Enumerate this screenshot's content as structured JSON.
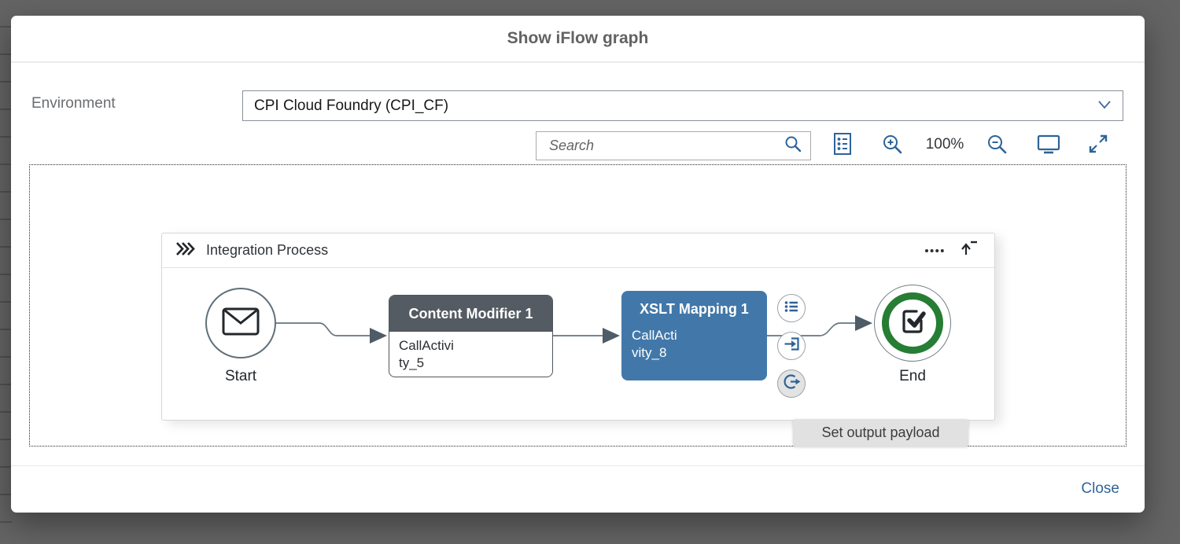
{
  "dialog": {
    "title": "Show iFlow graph",
    "footer": {
      "close_label": "Close"
    }
  },
  "environment": {
    "label": "Environment",
    "selected_option": "CPI Cloud Foundry (CPI_CF)"
  },
  "toolbar": {
    "search": {
      "placeholder": "Search",
      "icon": "search-icon"
    },
    "zoom_level": "100%",
    "icons": [
      "legend-icon",
      "zoom-in-icon",
      "zoom-out-icon",
      "fit-screen-icon",
      "fullscreen-icon"
    ]
  },
  "diagram": {
    "process": {
      "title": "Integration Process",
      "header_icons": [
        "triple-chevron-icon",
        "overflow-dots-icon",
        "collapse-icon"
      ]
    },
    "nodes": {
      "start": {
        "label": "Start",
        "icon": "envelope-icon"
      },
      "content_modifier": {
        "title": "Content Modifier 1",
        "subtitle_line1": "CallActivi",
        "subtitle_line2": "ty_5"
      },
      "xslt_mapping": {
        "title": "XSLT Mapping 1",
        "subtitle_line1": "CallActi",
        "subtitle_line2": "vity_8"
      },
      "end": {
        "label": "End",
        "icon": "check-square-icon"
      }
    },
    "node_actions": [
      {
        "name": "properties",
        "icon": "bullet-list-icon"
      },
      {
        "name": "set-input-payload",
        "icon": "sign-in-icon"
      },
      {
        "name": "set-output-payload",
        "icon": "sign-out-icon",
        "hovered": true
      }
    ],
    "tooltip": "Set output payload"
  },
  "colors": {
    "accent_blue": "#2e6398",
    "node_blue": "#4278a9",
    "node_dark_header": "#545b62",
    "end_green": "#267d34",
    "overlay_gray": "#646464",
    "tooltip_bg": "#e1e1e1",
    "close_link": "#2f649a"
  }
}
